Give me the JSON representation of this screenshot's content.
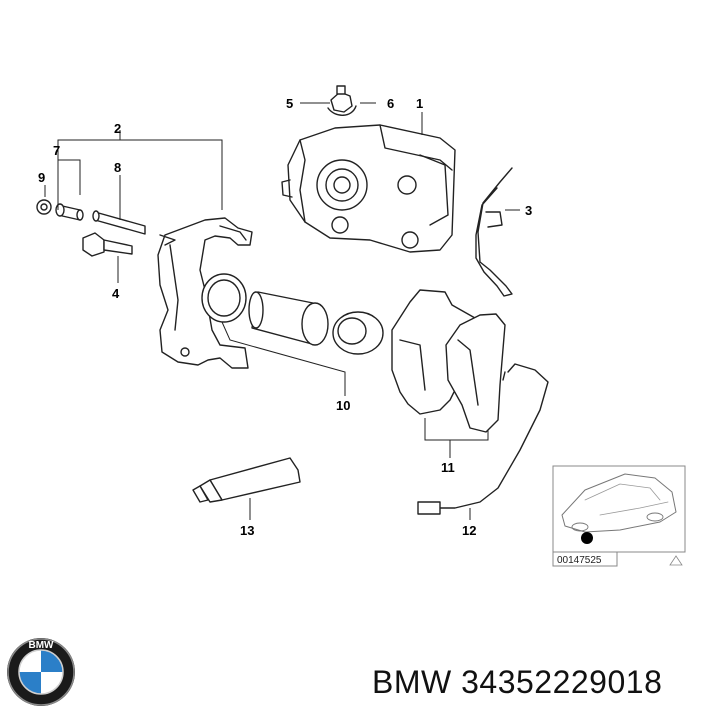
{
  "callouts": [
    "1",
    "2",
    "3",
    "4",
    "5",
    "6",
    "7",
    "8",
    "9",
    "10",
    "11",
    "12",
    "13"
  ],
  "inset": {
    "code": "00147525"
  },
  "logo": {
    "text": "BMW"
  },
  "caption": {
    "brand": "BMW",
    "part_number": "34352229018"
  }
}
